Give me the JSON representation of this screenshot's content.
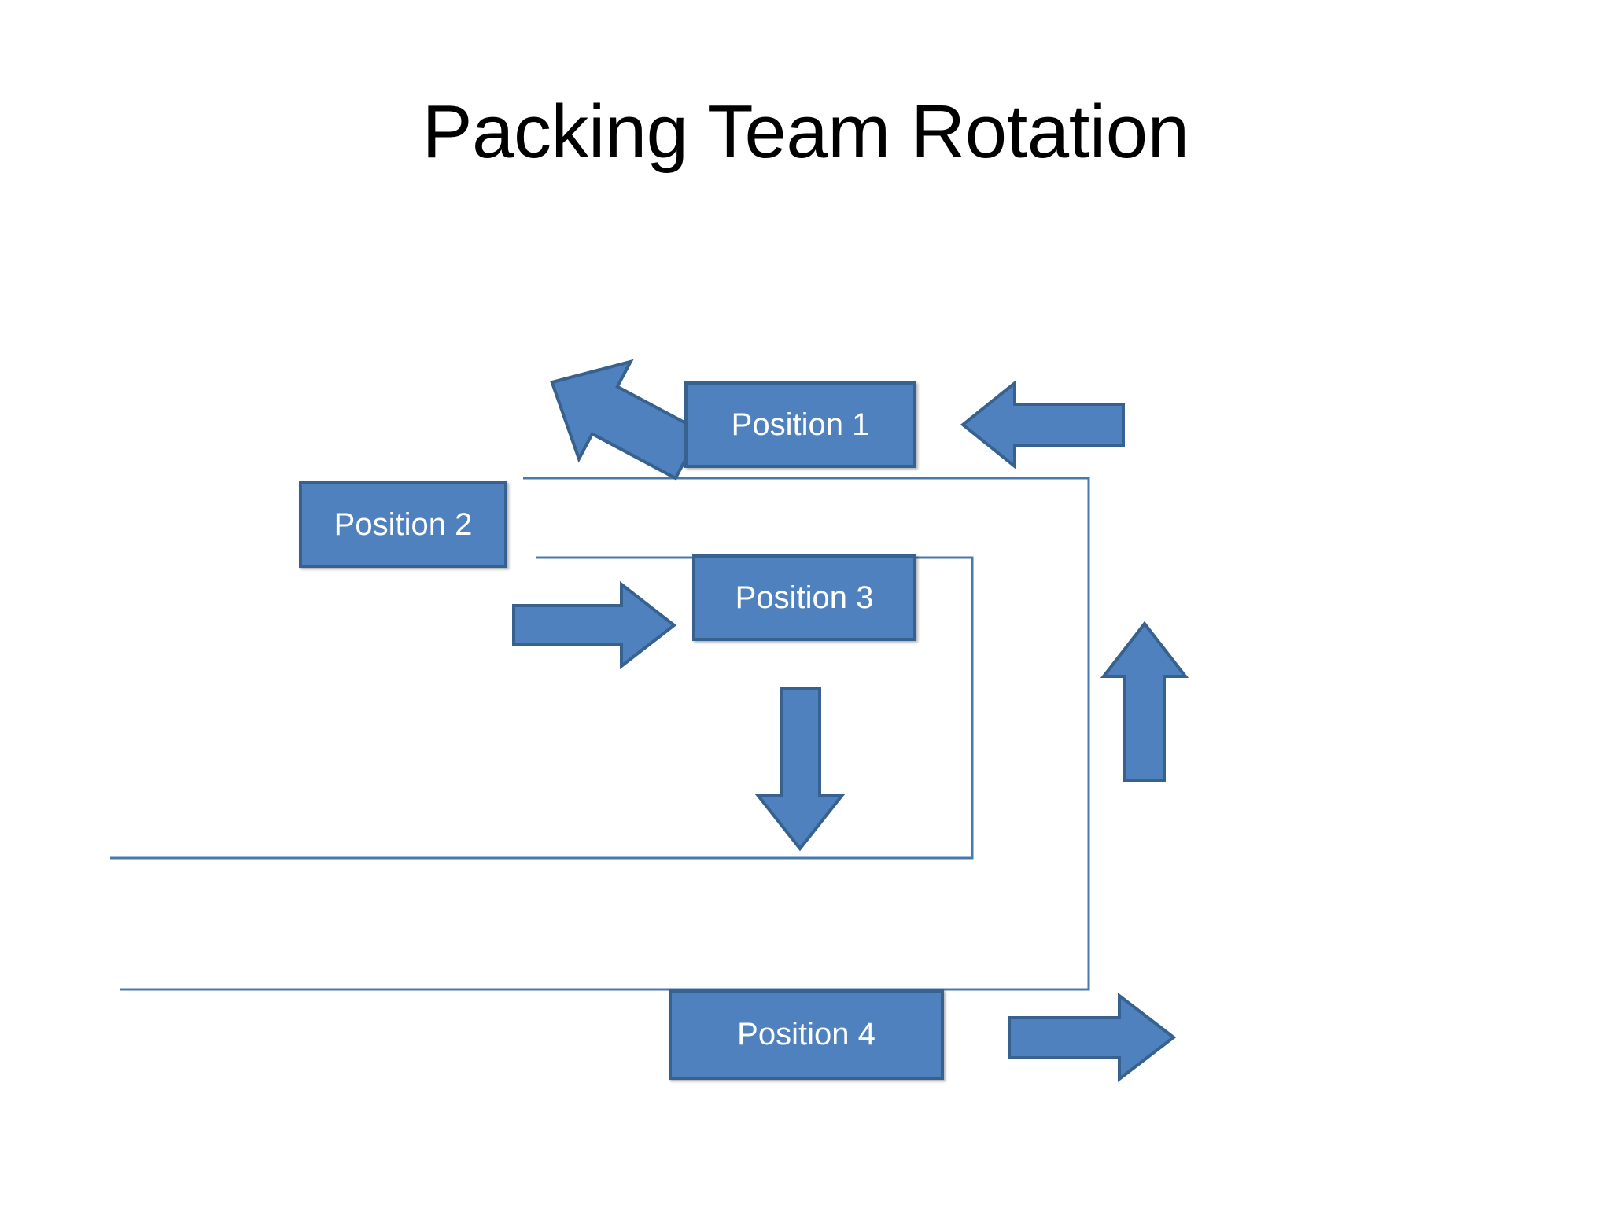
{
  "slide": {
    "title": "Packing Team Rotation",
    "background_color": "#ffffff"
  },
  "theme": {
    "shape_fill": "#4e81bd",
    "shape_border": "#37618e",
    "shape_text_color": "#ffffff",
    "connector_color": "#4878ac",
    "title_color": "#000000"
  },
  "diagram": {
    "type": "rotation-cycle",
    "boxes": [
      {
        "id": "position-1",
        "label": "Position 1"
      },
      {
        "id": "position-2",
        "label": "Position 2"
      },
      {
        "id": "position-3",
        "label": "Position 3"
      },
      {
        "id": "position-4",
        "label": "Position 4"
      }
    ],
    "arrows": [
      {
        "id": "arrow-diagonal-down-left",
        "direction": "down-left",
        "icon": "arrow-diagonal-down-left-icon"
      },
      {
        "id": "arrow-into-position-1",
        "direction": "left",
        "icon": "arrow-left-icon"
      },
      {
        "id": "arrow-into-position-3",
        "direction": "right",
        "icon": "arrow-right-icon"
      },
      {
        "id": "arrow-below-position-3",
        "direction": "down",
        "icon": "arrow-down-icon"
      },
      {
        "id": "arrow-right-up",
        "direction": "up",
        "icon": "arrow-up-icon"
      },
      {
        "id": "arrow-out-position-4",
        "direction": "right",
        "icon": "arrow-right-icon"
      }
    ],
    "connectors": [
      {
        "id": "connector-outer-loop",
        "from": "position-1",
        "to": "position-4"
      },
      {
        "id": "connector-inner-loop",
        "from": "position-3",
        "to": "position-2"
      }
    ]
  }
}
